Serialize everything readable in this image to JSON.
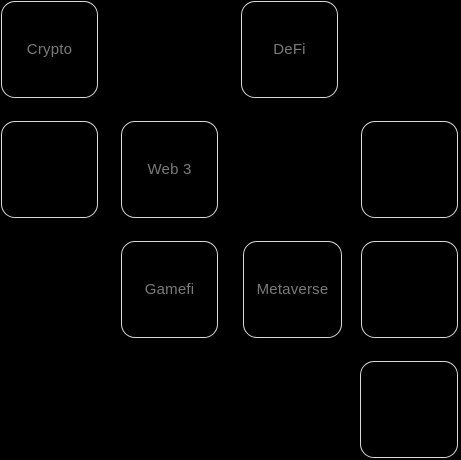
{
  "tiles": {
    "crypto": {
      "label": "Crypto"
    },
    "defi": {
      "label": "DeFi"
    },
    "web3": {
      "label": "Web 3"
    },
    "gamefi": {
      "label": "Gamefi"
    },
    "metaverse": {
      "label": "Metaverse"
    }
  },
  "colors": {
    "background": "#000000",
    "tile_border": "#d9d9d9",
    "label_text": "#7a7a7a"
  }
}
